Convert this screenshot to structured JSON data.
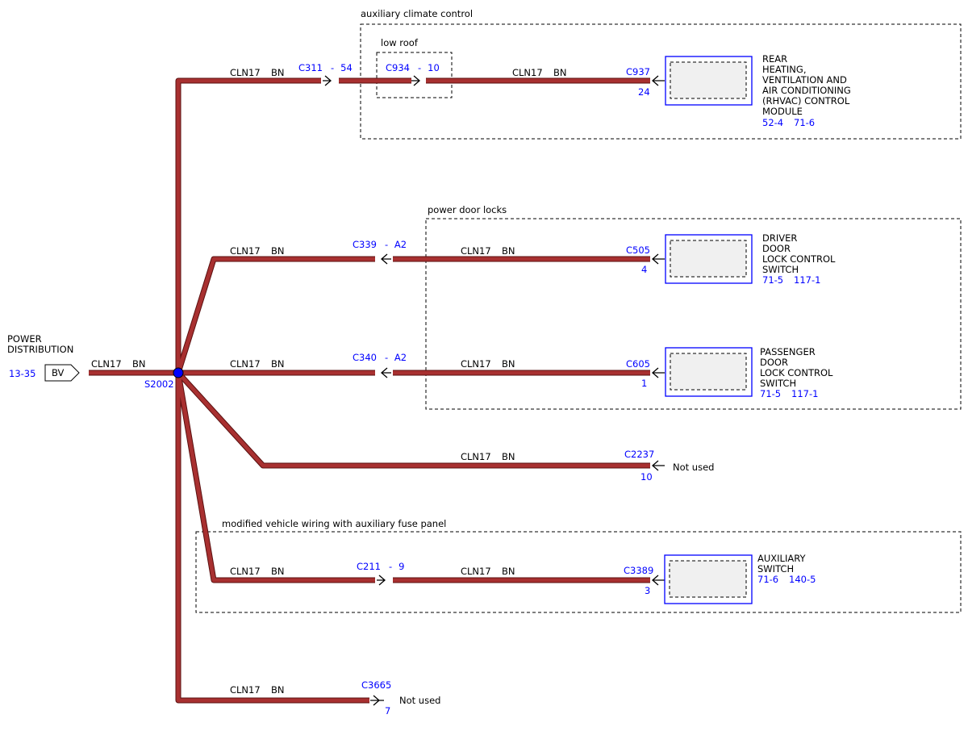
{
  "colors": {
    "wire": "#9b2a2a",
    "wire_outline": "#5a1010",
    "link": "#0000ff",
    "text": "#000000",
    "splice": "#0000ff",
    "module_fill": "#f0f0f0"
  },
  "source": {
    "title_line1": "POWER",
    "title_line2": "DISTRIBUTION",
    "page_ref": "13-35",
    "connector": "BV",
    "circuit": "CLN17",
    "color": "BN",
    "splice": "S2002"
  },
  "groups": {
    "aux_climate": "auxiliary climate control",
    "low_roof": "low roof",
    "power_door_locks": "power door locks",
    "modified_wiring": "modified vehicle wiring with auxiliary fuse panel"
  },
  "branches": {
    "rhvac": {
      "circuit": "CLN17",
      "color": "BN",
      "inline1": "C311",
      "inline1_pin": "54",
      "inline2": "C934",
      "inline2_pin": "10",
      "circuit2": "CLN17",
      "color2": "BN",
      "connector": "C937",
      "pin": "24",
      "module_lines": [
        "REAR",
        "HEATING,",
        "VENTILATION AND",
        "AIR CONDITIONING",
        "(RHVAC) CONTROL",
        "MODULE"
      ],
      "refs": [
        "52-4",
        "71-6"
      ]
    },
    "driver_door": {
      "circuit": "CLN17",
      "color": "BN",
      "inline": "C339",
      "inline_pin": "A2",
      "circuit2": "CLN17",
      "color2": "BN",
      "connector": "C505",
      "pin": "4",
      "module_lines": [
        "DRIVER",
        "DOOR",
        "LOCK CONTROL",
        "SWITCH"
      ],
      "refs": [
        "71-5",
        "117-1"
      ]
    },
    "passenger_door": {
      "circuit": "CLN17",
      "color": "BN",
      "inline": "C340",
      "inline_pin": "A2",
      "circuit2": "CLN17",
      "color2": "BN",
      "connector": "C605",
      "pin": "1",
      "module_lines": [
        "PASSENGER",
        "DOOR",
        "LOCK CONTROL",
        "SWITCH"
      ],
      "refs": [
        "71-5",
        "117-1"
      ]
    },
    "unused1": {
      "circuit": "CLN17",
      "color": "BN",
      "connector": "C2237",
      "pin": "10",
      "note": "Not used"
    },
    "aux_switch": {
      "circuit": "CLN17",
      "color": "BN",
      "inline": "C211",
      "inline_pin": "9",
      "circuit2": "CLN17",
      "color2": "BN",
      "connector": "C3389",
      "pin": "3",
      "module_lines": [
        "AUXILIARY",
        "SWITCH"
      ],
      "refs": [
        "71-6",
        "140-5"
      ]
    },
    "unused2": {
      "circuit": "CLN17",
      "color": "BN",
      "connector": "C3665",
      "pin": "7",
      "note": "Not used"
    }
  }
}
